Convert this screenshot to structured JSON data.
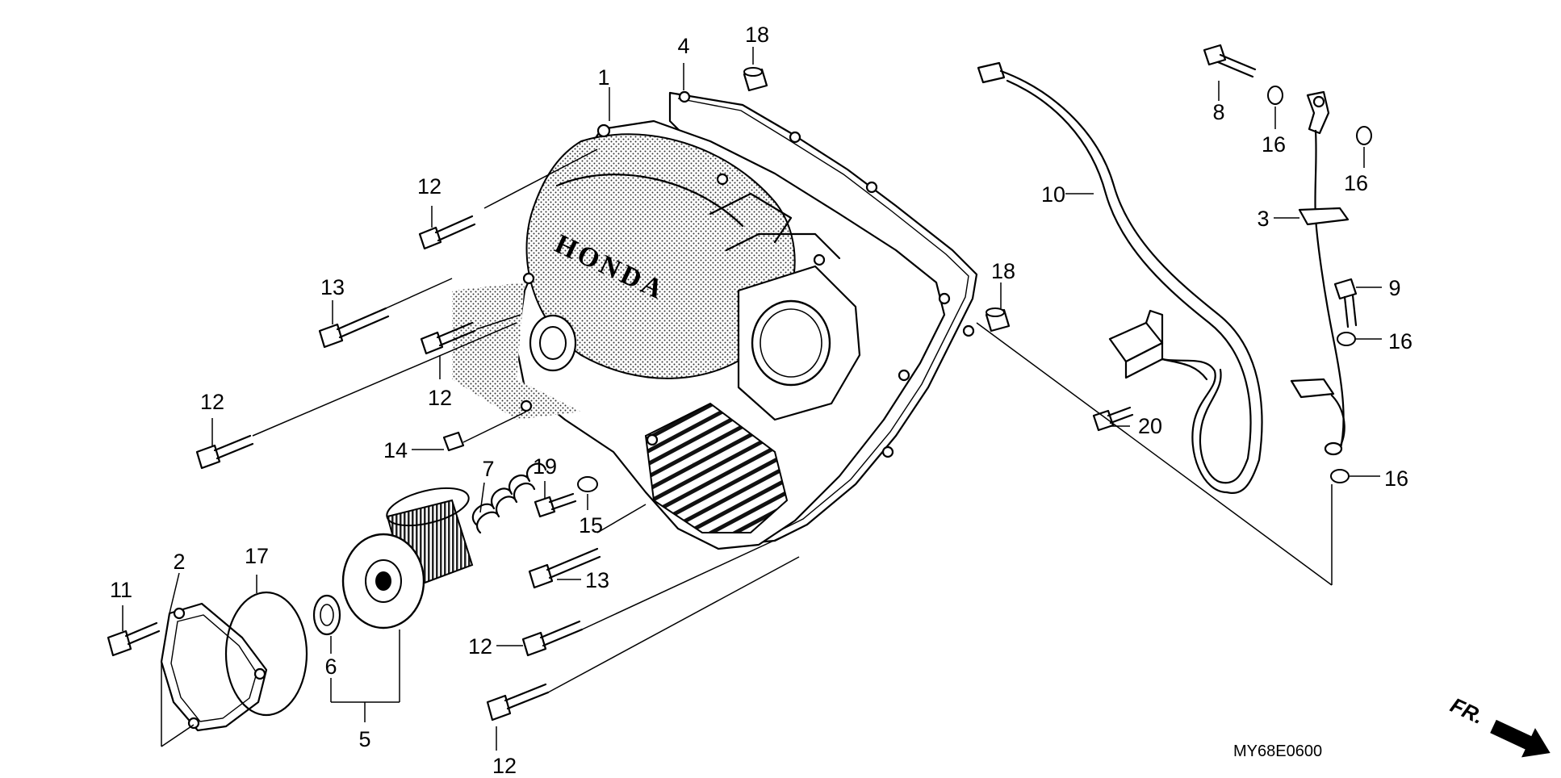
{
  "diagram": {
    "code": "MY68E0600",
    "direction_label": "FR.",
    "brand_mark": "HONDA",
    "callouts": [
      "1",
      "2",
      "3",
      "4",
      "5",
      "6",
      "7",
      "8",
      "9",
      "10",
      "11",
      "12",
      "13",
      "14",
      "15",
      "16",
      "17",
      "18",
      "19",
      "20"
    ]
  }
}
